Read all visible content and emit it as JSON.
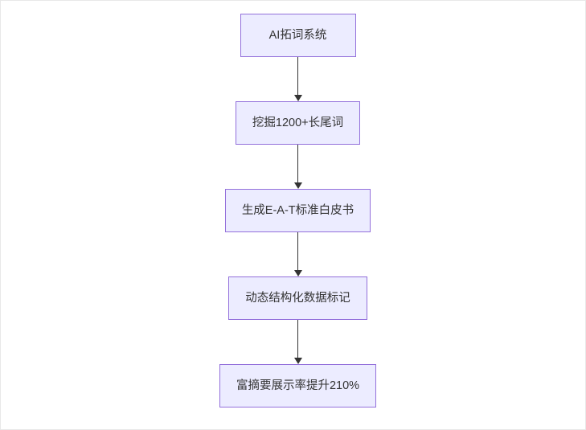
{
  "flowchart": {
    "title": "",
    "nodes": [
      {
        "id": "A",
        "label": "AI拓词系统"
      },
      {
        "id": "B",
        "label": "挖掘1200+长尾词"
      },
      {
        "id": "C",
        "label": "生成E-A-T标准白皮书"
      },
      {
        "id": "D",
        "label": "动态结构化数据标记"
      },
      {
        "id": "E",
        "label": "富摘要展示率提升210%"
      }
    ],
    "edges": [
      {
        "from": "A",
        "to": "B"
      },
      {
        "from": "B",
        "to": "C"
      },
      {
        "from": "C",
        "to": "D"
      },
      {
        "from": "D",
        "to": "E"
      }
    ],
    "colors": {
      "node_fill": "#ECECFF",
      "node_border": "#9370DB",
      "arrow": "#333333",
      "text": "#333333",
      "background": "#FFFFFF"
    }
  }
}
